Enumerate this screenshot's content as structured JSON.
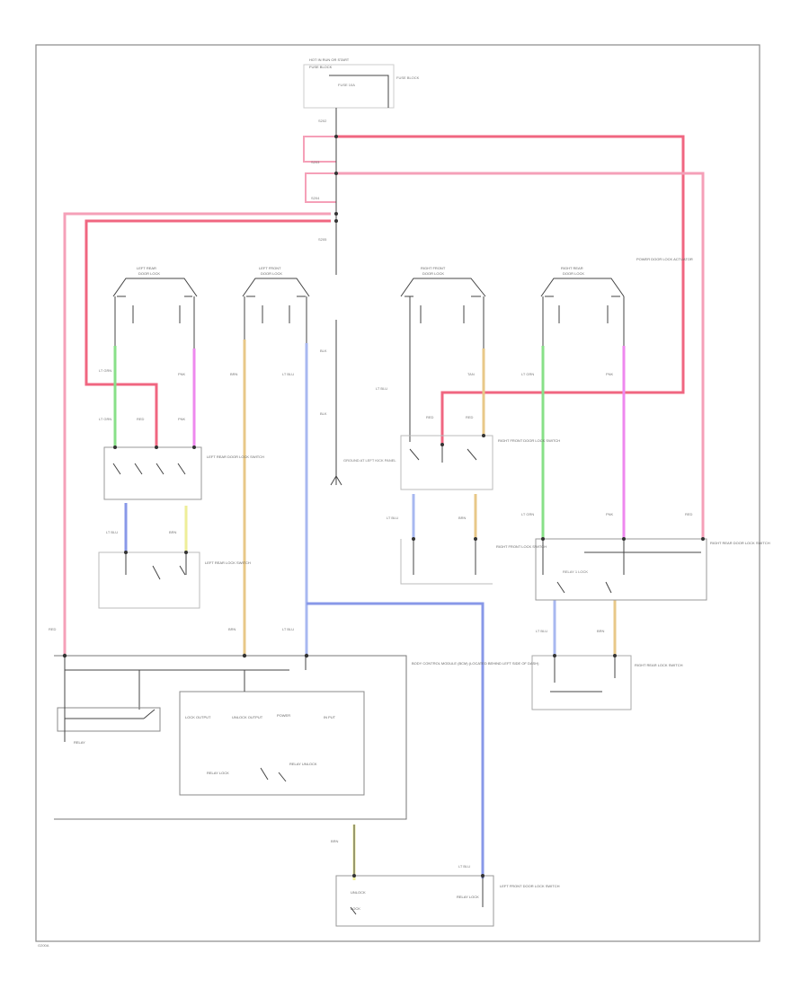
{
  "diagram": {
    "fuse_block": {
      "line1": "HOT IN RUN OR START",
      "line2": "FUSE BLOCK",
      "label": "FUSE 10A",
      "side": "FUSE BLOCK"
    },
    "splices": [
      "S202",
      "S203",
      "S204",
      "S205"
    ],
    "motors": [
      {
        "title": "LEFT REAR",
        "sub": "DOOR LOCK"
      },
      {
        "title": "LEFT FRONT",
        "sub": "DOOR LOCK"
      },
      {
        "title": "RIGHT FRONT",
        "sub": "DOOR LOCK"
      },
      {
        "title": "RIGHT REAR",
        "sub": "DOOR LOCK"
      }
    ],
    "rr_motor_note": "POWER DOOR LOCK ACTUATOR",
    "wires": {
      "lr_left": "LT GRN",
      "lr_left2": "LT GRN",
      "lr_right": "PNK",
      "lr_right2": "PNK",
      "lr_red": "RED",
      "lf_tan": "BRN",
      "lf_blue": "LT BLU",
      "center_top": "BLK",
      "center_bot": "BLK",
      "rf_left": "LT BLU",
      "rf_right": "TAN",
      "rf_red": "RED",
      "rf_red2": "RED",
      "rr_left": "LT GRN",
      "rr_right": "PNK",
      "rr_left2": "LT GRN",
      "rr_right2": "PNK",
      "rr_red": "RED",
      "lr_sw_left": "LT BLU",
      "lr_sw_right": "BRN",
      "rf_sw_left": "LT BLU",
      "rf_sw_right": "BRN",
      "rrsw_left": "LT BLU",
      "rrsw_right": "BRN",
      "bcm_left": "RED",
      "bcm_mid": "BRN",
      "bcm_right": "LT BLU",
      "ls_left": "BRN",
      "ls_right": "LT BLU"
    },
    "ground_note": "GROUND AT LEFT KICK PANEL",
    "lr_switch": "LEFT REAR DOOR LOCK SWITCH",
    "lr_lock_switch": "LEFT REAR LOCK SWITCH",
    "rf_switch": "RIGHT FRONT DOOR LOCK SWITCH",
    "rf_lock_switch": "RIGHT FRONT LOCK SWITCH",
    "rr_switch": "RIGHT REAR DOOR LOCK SWITCH",
    "rr_lock_switch": "RIGHT REAR LOCK SWITCH",
    "rr_switch_inner": "RELAY 1 LOCK",
    "bcm": {
      "title": "BODY CONTROL MODULE (BCM) (LOCATED BEHIND LEFT SIDE OF DASH)",
      "relay": "RELAY",
      "lock_output": "LOCK OUTPUT",
      "unlock_output": "UNLOCK OUTPUT",
      "power": "POWER",
      "lock_relay": "RELAY LOCK",
      "unlock_relay": "RELAY UNLOCK",
      "input": "IN PUT"
    },
    "left_switch": {
      "title": "LEFT FRONT DOOR LOCK SWITCH",
      "label": "RELAY LOCK",
      "upper": "UNLOCK",
      "lower": "LOCK"
    },
    "footer": "G200A"
  }
}
